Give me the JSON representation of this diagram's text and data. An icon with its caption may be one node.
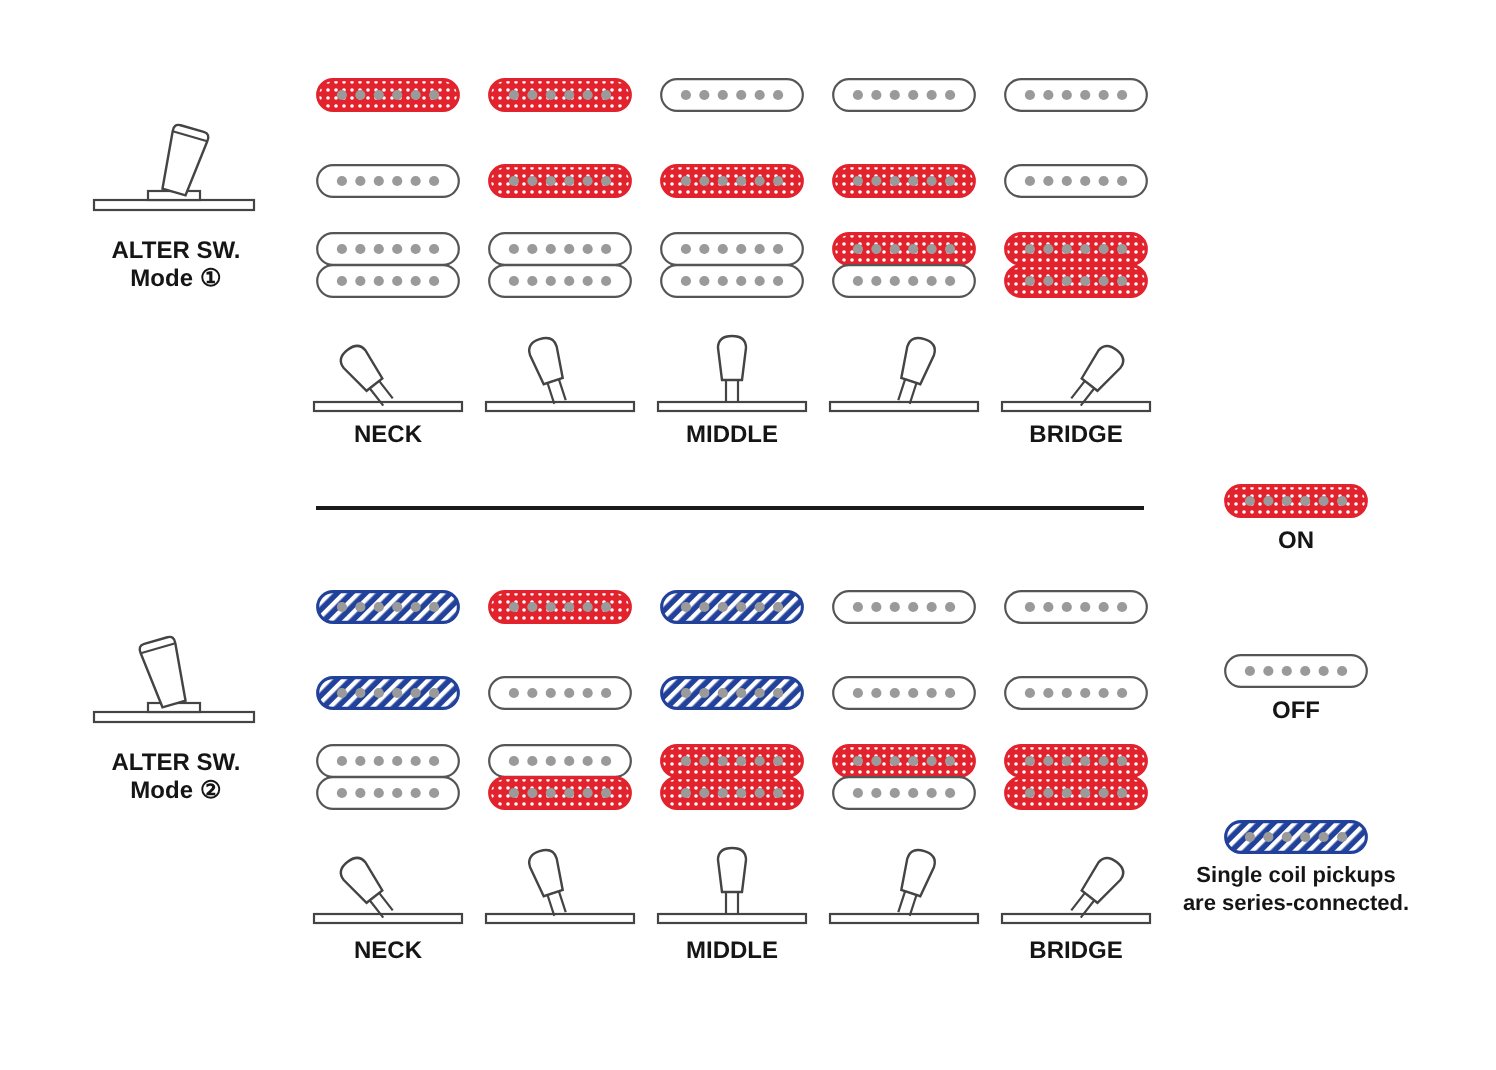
{
  "diagram": {
    "labels": [
      "ALTER SW. Mode ①",
      "NECK",
      "MIDDLE",
      "BRIDGE",
      "ALTER SW. Mode ②",
      "NECK",
      "MIDDLE",
      "BRIDGE"
    ],
    "legend": [
      {
        "text": "ON",
        "color": "#e2222c"
      },
      {
        "text": "OFF"
      },
      {
        "text": "Single coil pickups are series-connected.",
        "color": "#22419a"
      }
    ]
  }
}
